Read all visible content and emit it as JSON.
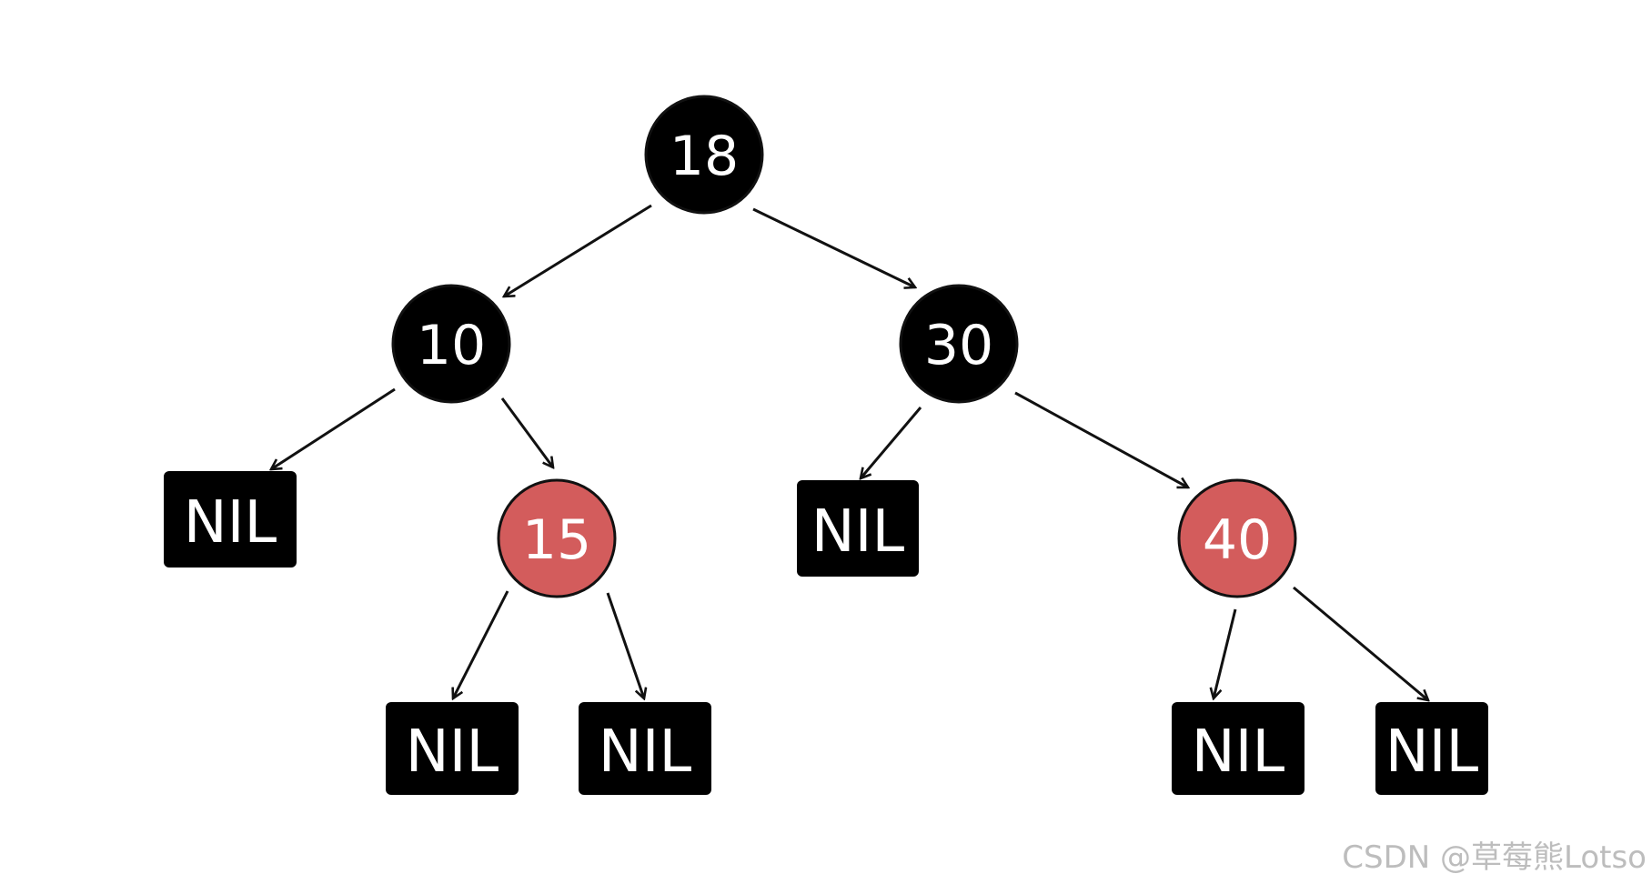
{
  "colors": {
    "black_node": "#000000",
    "red_node": "#d35c5c",
    "edge": "#111111",
    "label": "#ffffff"
  },
  "nodes": [
    {
      "id": "n18",
      "label": "18",
      "color": "black"
    },
    {
      "id": "n10",
      "label": "10",
      "color": "black"
    },
    {
      "id": "n30",
      "label": "30",
      "color": "black"
    },
    {
      "id": "n15",
      "label": "15",
      "color": "red"
    },
    {
      "id": "n40",
      "label": "40",
      "color": "red"
    }
  ],
  "nil_nodes": [
    {
      "id": "nil-10-left",
      "label": "NIL"
    },
    {
      "id": "nil-30-left",
      "label": "NIL"
    },
    {
      "id": "nil-15-left",
      "label": "NIL"
    },
    {
      "id": "nil-15-right",
      "label": "NIL"
    },
    {
      "id": "nil-40-left",
      "label": "NIL"
    },
    {
      "id": "nil-40-right",
      "label": "NIL"
    }
  ],
  "edges": [
    [
      "n18",
      "n10"
    ],
    [
      "n18",
      "n30"
    ],
    [
      "n10",
      "nil-10-left"
    ],
    [
      "n10",
      "n15"
    ],
    [
      "n30",
      "nil-30-left"
    ],
    [
      "n30",
      "n40"
    ],
    [
      "n15",
      "nil-15-left"
    ],
    [
      "n15",
      "nil-15-right"
    ],
    [
      "n40",
      "nil-40-left"
    ],
    [
      "n40",
      "nil-40-right"
    ]
  ],
  "watermark": "CSDN @草莓熊Lotso"
}
